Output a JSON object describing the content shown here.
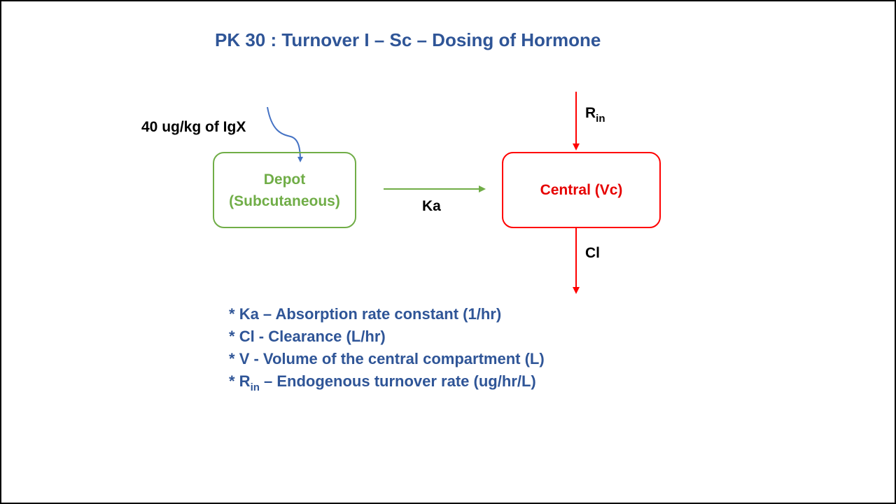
{
  "title": "PK 30 : Turnover I – Sc – Dosing of Hormone",
  "dose_label": "40 ug/kg of IgX",
  "compartments": {
    "depot": {
      "line1": "Depot",
      "line2": "(Subcutaneous)"
    },
    "central": {
      "label": "Central (Vc)"
    }
  },
  "flows": {
    "ka": "Ka",
    "cl": "Cl",
    "rin": {
      "base": "R",
      "sub": "in"
    }
  },
  "legend": [
    {
      "prefix": "* ",
      "text": "Ka – Absorption rate constant (1/hr)"
    },
    {
      "prefix": "* ",
      "text": "Cl - Clearance (L/hr)"
    },
    {
      "prefix": "* ",
      "text": "V - Volume of the central compartment (L)"
    },
    {
      "prefix": "* R",
      "sub": "in",
      "text": " – Endogenous turnover rate (ug/hr/L)"
    }
  ],
  "colors": {
    "title": "#2f5597",
    "depot": "#70ad47",
    "central": "#ff0000",
    "dose_arrow": "#4472c4"
  }
}
